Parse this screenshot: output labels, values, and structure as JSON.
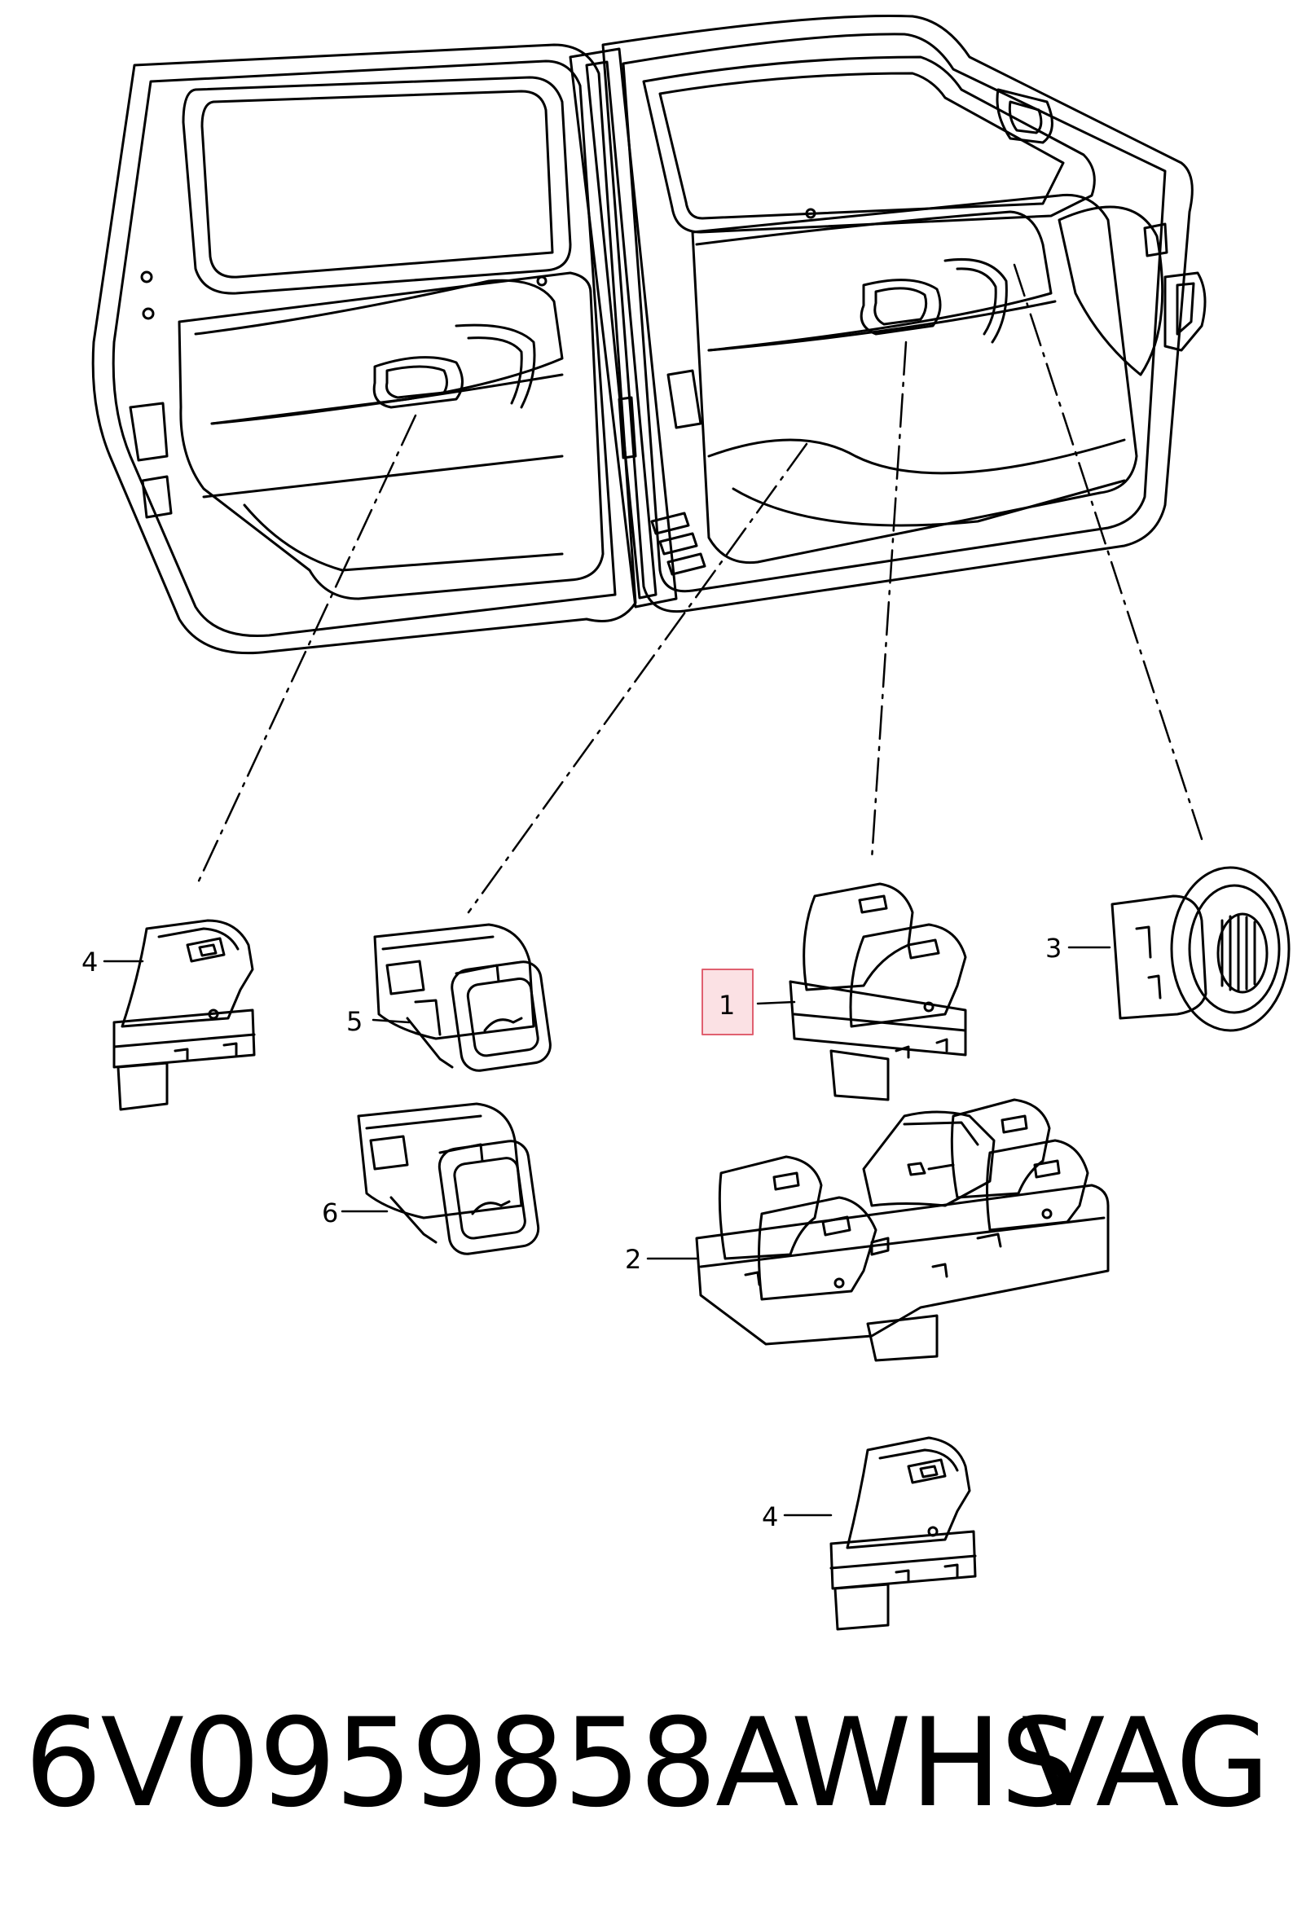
{
  "callouts": {
    "c1": "1",
    "c2": "2",
    "c3": "3",
    "c4a": "4",
    "c4b": "4",
    "c5": "5",
    "c6": "6"
  },
  "footer": {
    "part_number": "6V0959858AWHS",
    "brand": "VAG"
  },
  "colors": {
    "line": "#000000",
    "highlight_border": "#e06070",
    "highlight_fill": "#fbe1e4"
  }
}
